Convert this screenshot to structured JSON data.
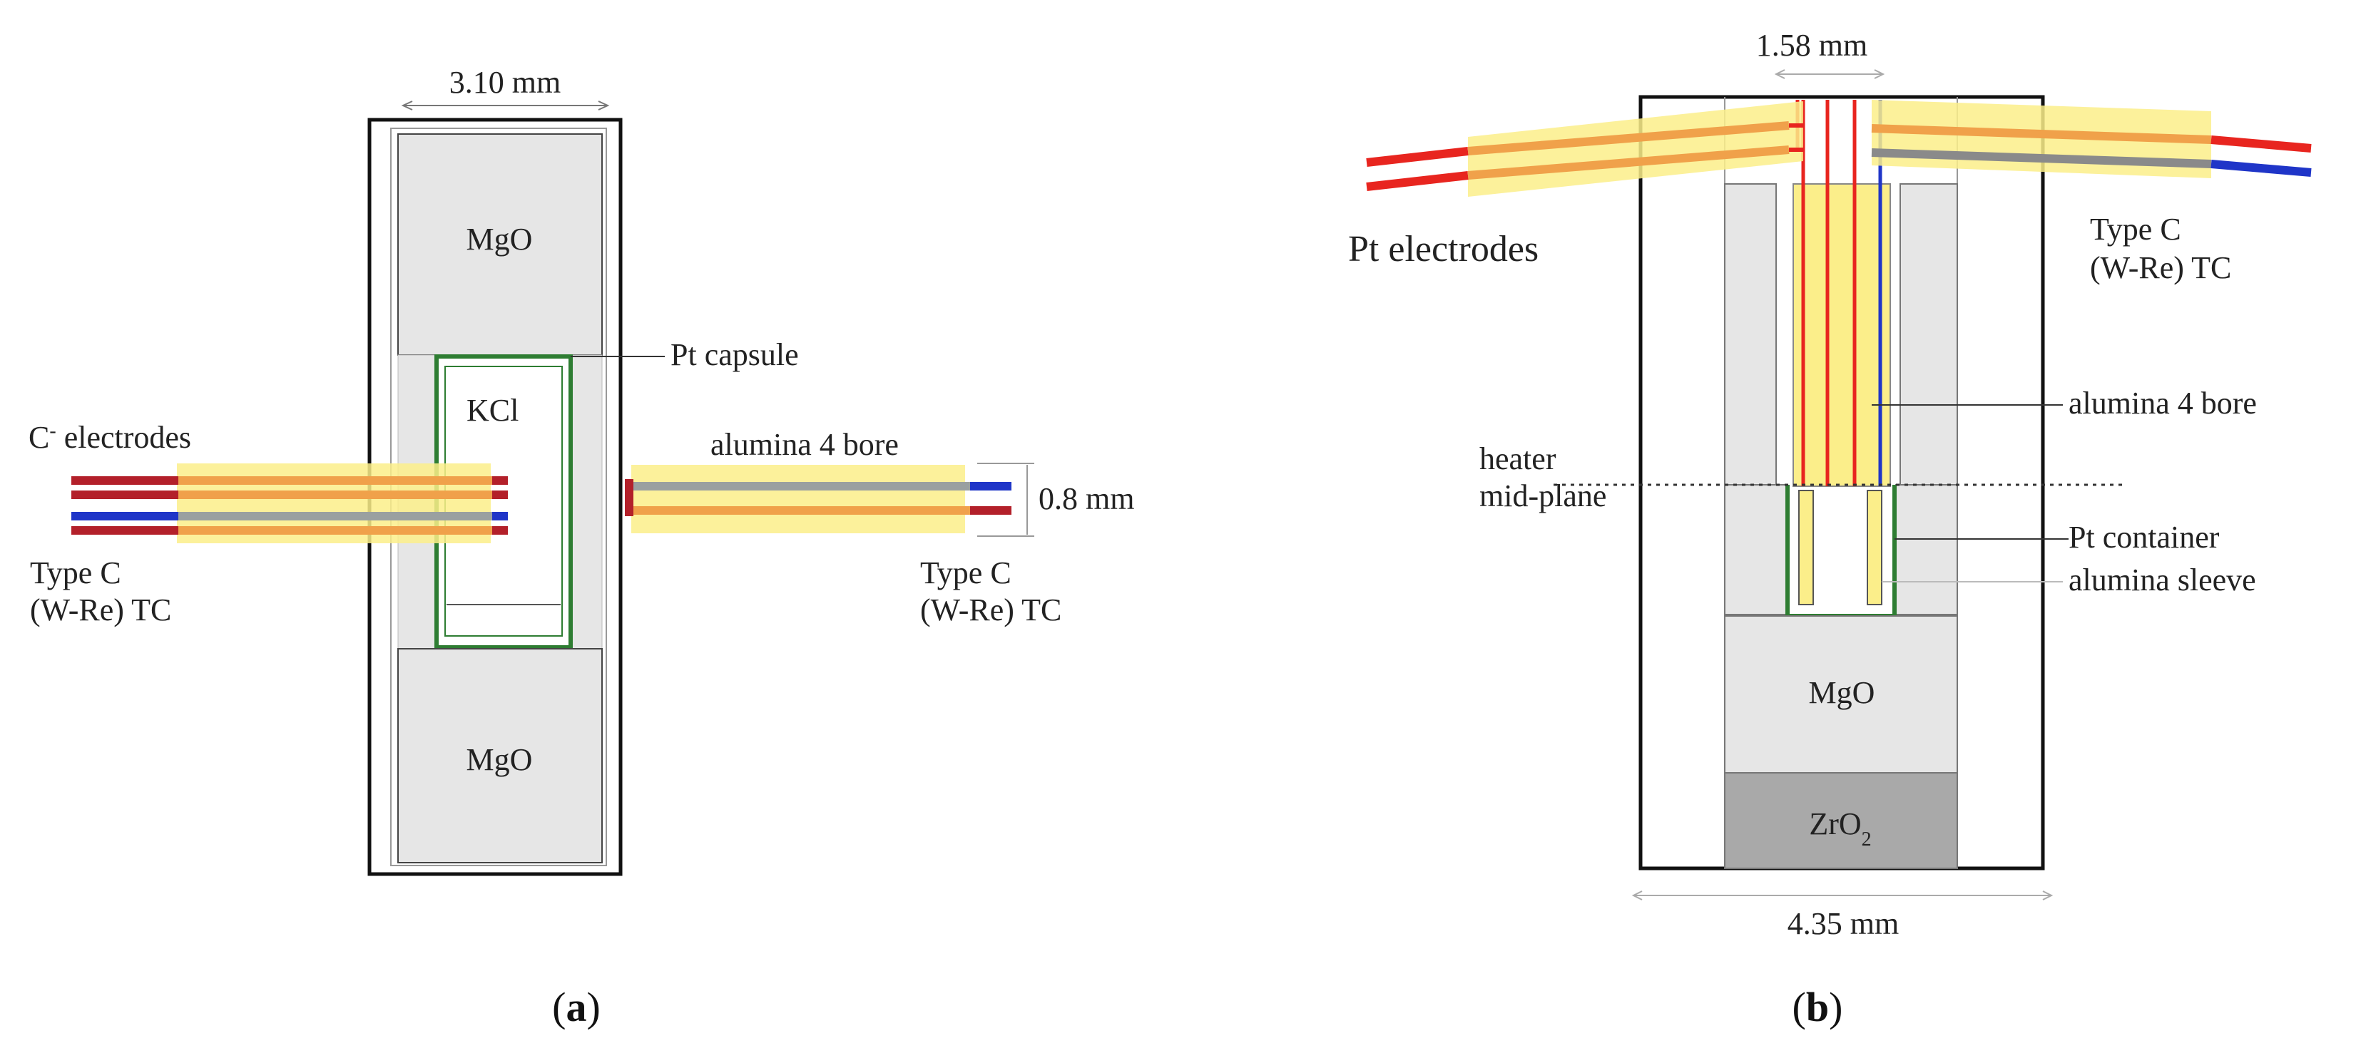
{
  "panel_a": {
    "width_label": "3.10 mm",
    "top_block": "MgO",
    "bottom_block": "MgO",
    "capsule_label": "Pt capsule",
    "sample_label": "KCl",
    "electrodes_label_main": "C",
    "electrodes_label_sup": "-",
    "electrodes_label_rest": " electrodes",
    "left_tc_line1": "Type C",
    "left_tc_line2": "(W-Re) TC",
    "bore_label": "alumina 4 bore",
    "bore_dim_label": "0.8 mm",
    "right_tc_line1": "Type C",
    "right_tc_line2": "(W-Re) TC",
    "caption_open": "(",
    "caption_letter": "a",
    "caption_close": ")"
  },
  "panel_b": {
    "top_dim_label": "1.58 mm",
    "electrodes_label": "Pt electrodes",
    "tc_line1": "Type C",
    "tc_line2": "(W-Re) TC",
    "bore_label": "alumina 4 bore",
    "heater_line1": "heater",
    "heater_line2": "mid-plane",
    "container_label": "Pt container",
    "sleeve_label": "alumina sleeve",
    "mgo_label": "MgO",
    "zro2_main": "ZrO",
    "zro2_sub": "2",
    "bottom_dim_label": "4.35 mm",
    "caption_open": "(",
    "caption_letter": "b",
    "caption_close": ")"
  },
  "colors": {
    "ceramic": "#e6e6e6",
    "zirconia": "#a9a9a9",
    "platinum": "#2e7d32",
    "highlight": "#fbee8a",
    "wire_red": "#e8251f",
    "wire_dark_red": "#b3202a",
    "wire_blue": "#1f35c8",
    "wire_grey": "#8a8a8a",
    "orange": "#f0a14a"
  }
}
